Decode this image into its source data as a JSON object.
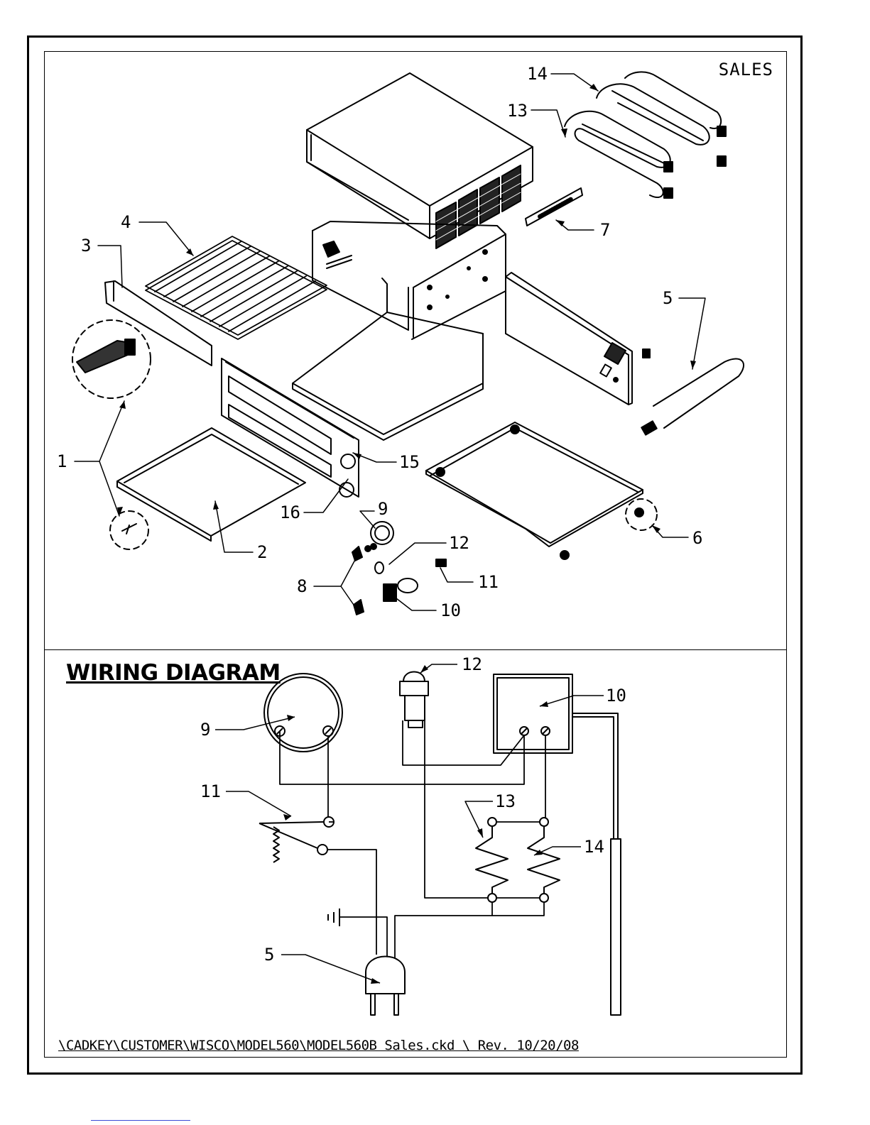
{
  "sheet": {
    "stamp": "SALES",
    "wiring_title": "WIRING DIAGRAM",
    "file_path": "\\CADKEY\\CUSTOMER\\WISCO\\MODEL560\\MODEL560B Sales.ckd \\ Rev. 10/20/08"
  },
  "exploded_view": {
    "callouts": [
      "14",
      "13",
      "4",
      "3",
      "7",
      "5",
      "1",
      "15",
      "16",
      "9",
      "2",
      "12",
      "8",
      "11",
      "10",
      "6"
    ]
  },
  "wiring": {
    "callouts": [
      "12",
      "10",
      "9",
      "11",
      "13",
      "14",
      "5"
    ]
  }
}
